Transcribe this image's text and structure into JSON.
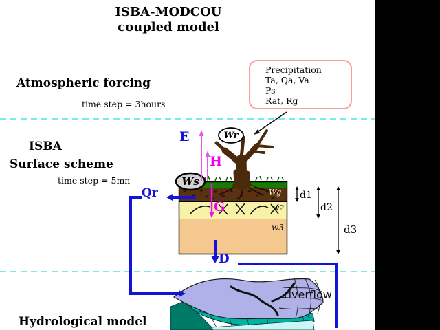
{
  "page": {
    "title_line1": "ISBA-MODCOU",
    "title_line2": "coupled model"
  },
  "atmospheric": {
    "heading": "Atmospheric forcing",
    "timestep": "time step = 3hours"
  },
  "surface": {
    "heading_line1": "ISBA",
    "heading_line2": "Surface scheme",
    "timestep": "time step = 5mn"
  },
  "hydrological": {
    "heading": "Hydrological model",
    "riverflow": "riverflow"
  },
  "forcing_box": {
    "lines": [
      "Precipitation",
      "Ta, Qa, Va",
      "Ps",
      "Rat, Rg"
    ]
  },
  "fluxes": {
    "evaporation": "E",
    "sensible_heat": "H",
    "ground_flux": "G",
    "runoff": "Qr",
    "drainage": "D"
  },
  "reservoirs": {
    "canopy": "Wr",
    "surface": "Ws",
    "ground": "Wg",
    "layer2": "w2",
    "layer3": "w3"
  },
  "depths": {
    "d1": "d1",
    "d2": "d2",
    "d3": "d3"
  },
  "colors": {
    "background": "#000000",
    "canvas": "#ffffff",
    "blue_flux": "#1414d8",
    "magenta_flux": "#ee00ee",
    "forcing_box_border": "#ff9aa0",
    "section_divider": "#7fe9e9",
    "soil_top_layer": "#5a3212",
    "soil_layer2": "#f8f1a8",
    "soil_layer3": "#f4c88e",
    "grass": "#187c04",
    "tree": "#4b2a0b",
    "mesh_surface": "#b1b1e9",
    "terrain_top": "#00b2a2",
    "terrain_side": "#007a68",
    "terrain_front": "#c9f7f5"
  }
}
